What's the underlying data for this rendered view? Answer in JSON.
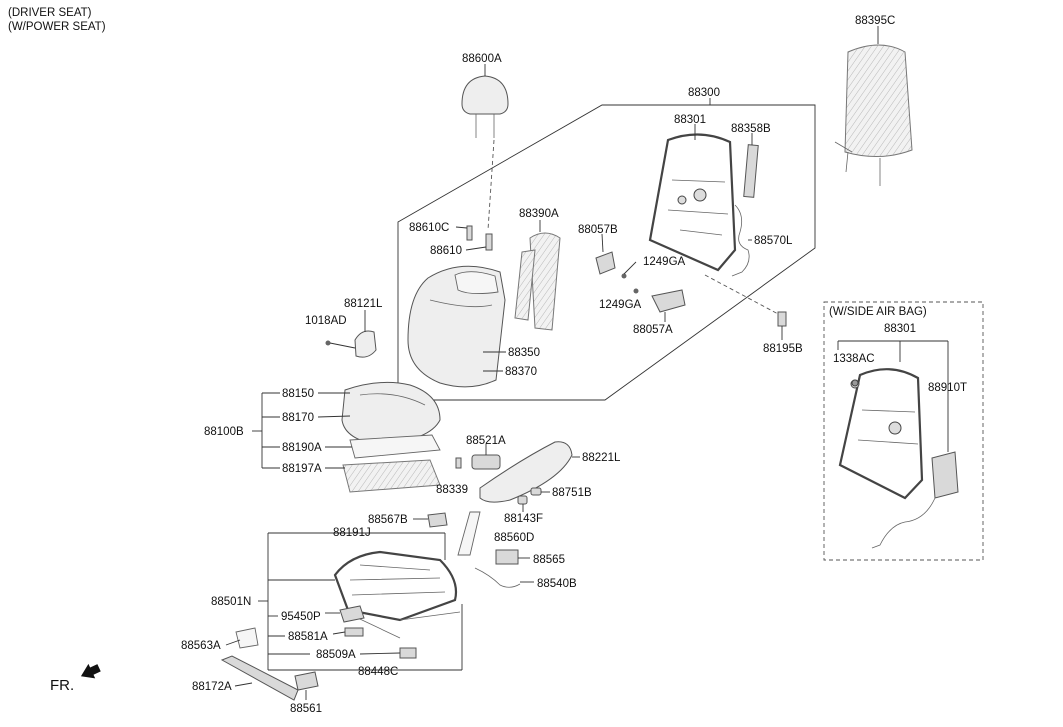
{
  "header": {
    "line1": "(DRIVER SEAT)",
    "line2": "(W/POWER SEAT)"
  },
  "direction_label": "FR.",
  "airbag_box_title": "(W/SIDE AIR BAG)",
  "parts": {
    "p88395C": "88395C",
    "p88600A": "88600A",
    "p88300": "88300",
    "p88301": "88301",
    "p88358B": "88358B",
    "p88390A": "88390A",
    "p88610C": "88610C",
    "p88610": "88610",
    "p88057B": "88057B",
    "p88570L": "88570L",
    "p1249GA_a": "1249GA",
    "p1249GA_b": "1249GA",
    "p88057A": "88057A",
    "p88121L": "88121L",
    "p1018AD": "1018AD",
    "p88350": "88350",
    "p88370": "88370",
    "p88195B": "88195B",
    "p88150": "88150",
    "p88170": "88170",
    "p88100B": "88100B",
    "p88190A": "88190A",
    "p88197A": "88197A",
    "p88521A": "88521A",
    "p88221L": "88221L",
    "p88339": "88339",
    "p88751B": "88751B",
    "p88143F": "88143F",
    "p88567B": "88567B",
    "p88191J": "88191J",
    "p88560D": "88560D",
    "p88565": "88565",
    "p88540B": "88540B",
    "p88501N": "88501N",
    "p95450P": "95450P",
    "p88563A": "88563A",
    "p88581A": "88581A",
    "p88509A": "88509A",
    "p88448C": "88448C",
    "p88172A": "88172A",
    "p88561": "88561",
    "p88301_ab": "88301",
    "p1338AC": "1338AC",
    "p88910T": "88910T"
  }
}
